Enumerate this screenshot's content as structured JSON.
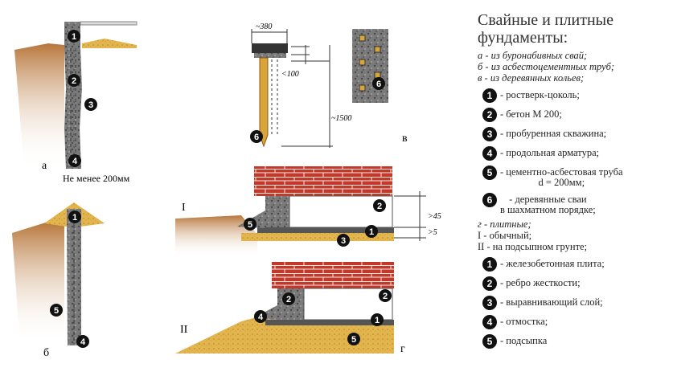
{
  "title": "Свайные и плитные фундаменты:",
  "subtitles": [
    "а - из буронабивных свай;",
    "б - из асбестоцементных труб;",
    "в - из деревянных кольев;"
  ],
  "legend_piles": [
    {
      "num": "1",
      "text": "- ростверк-цоколь;"
    },
    {
      "num": "2",
      "text": "- бетон М 200;"
    },
    {
      "num": "3",
      "text": "- пробуренная скважина;"
    },
    {
      "num": "4",
      "text": "- продольная арматура;"
    },
    {
      "num": "5",
      "text": "- цементно-асбестовая труба\nd = 200мм;"
    },
    {
      "num": "6",
      "text": "- деревянные сваи\nв шахматном порядке;"
    }
  ],
  "plate_heading": "г - плитные;",
  "plate_types": [
    "I - обычный;",
    "II - на подсыпном грунте;"
  ],
  "legend_plates": [
    {
      "num": "1",
      "text": "- железобетонная плита;"
    },
    {
      "num": "2",
      "text": "- ребро жесткости;"
    },
    {
      "num": "3",
      "text": "- выравнивающий слой;"
    },
    {
      "num": "4",
      "text": "- отмостка;"
    },
    {
      "num": "5",
      "text": "- подсыпка"
    }
  ],
  "drawing": {
    "label_a": "а",
    "label_b": "б",
    "label_v": "в",
    "label_g": "г",
    "label_I": "I",
    "label_II": "II",
    "min_note": "Не менее 200мм",
    "dim_380": "~380",
    "dim_100": "<100",
    "dim_1500": "~1500",
    "dim_45": ">45",
    "dim_5": ">5"
  },
  "colors": {
    "concrete": "#6e6e6e",
    "soil": "#b77a3c",
    "sand": "#e2b24a",
    "brick": "#c0392b",
    "wood": "#d9a53a"
  }
}
